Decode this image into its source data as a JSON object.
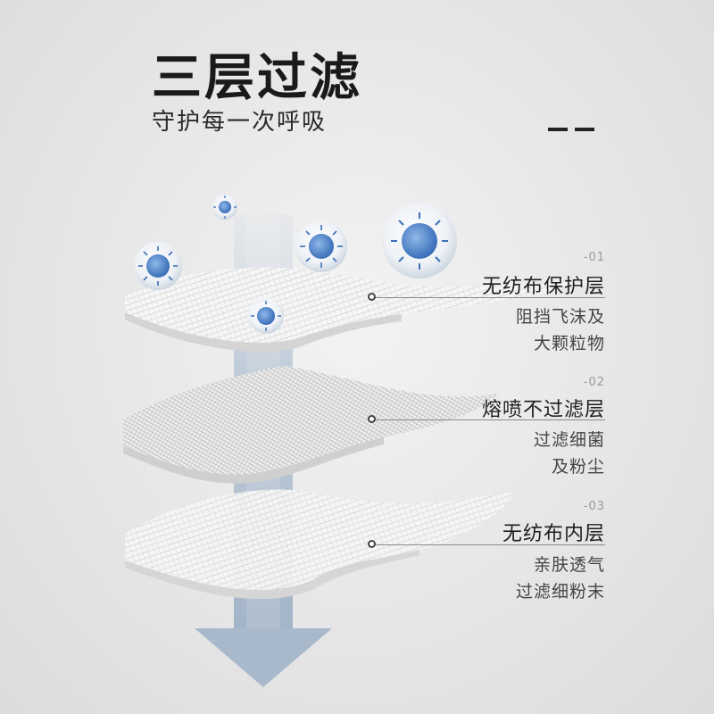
{
  "heading": {
    "title": "三层过滤",
    "subtitle": "守护每一次呼吸"
  },
  "layers": [
    {
      "number": "-01",
      "name": "无纺布保护层",
      "desc_line1": "阻挡飞沫及",
      "desc_line2": "大颗粒物"
    },
    {
      "number": "-02",
      "name": "熔喷不过滤层",
      "desc_line1": "过滤细菌",
      "desc_line2": "及粉尘"
    },
    {
      "number": "-03",
      "name": "无纺布内层",
      "desc_line1": "亲肤透气",
      "desc_line2": "过滤细粉末"
    }
  ],
  "colors": {
    "arrow": "#a9b9cc",
    "virus": "#4a7fc4",
    "text": "#1e1e1e",
    "muted": "#9a9a9a"
  },
  "icons": [
    "virus-icon",
    "down-arrow-icon",
    "filter-layer-sheet"
  ]
}
